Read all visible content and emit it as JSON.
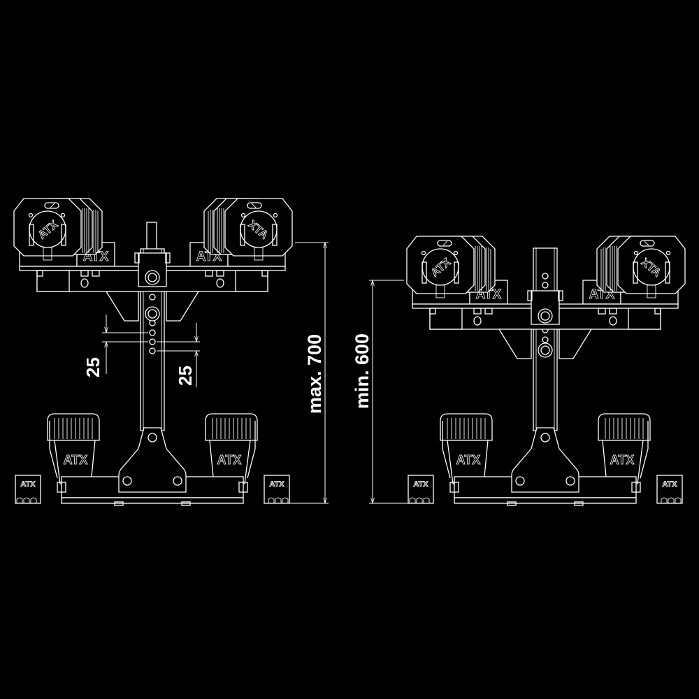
{
  "drawing": {
    "background": "#000000",
    "line_color": "#ffffff",
    "brand_logo": "ATX",
    "views": [
      {
        "name": "max-height-view",
        "height_label": "max. 700",
        "hole_spacing_labels": [
          "25",
          "25"
        ]
      },
      {
        "name": "min-height-view",
        "height_label": "min. 600"
      }
    ]
  }
}
